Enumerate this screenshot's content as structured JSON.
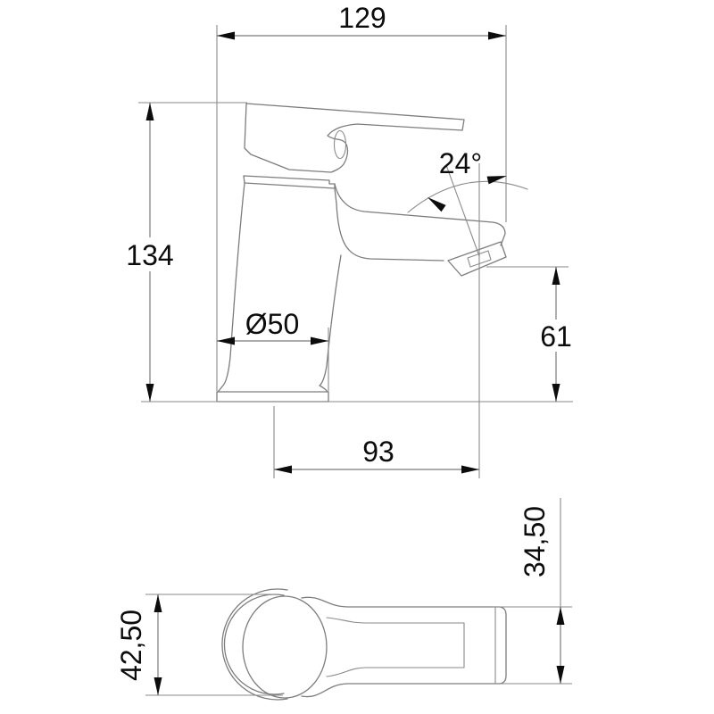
{
  "drawing": {
    "type": "technical dimension drawing",
    "subject": "single-lever basin mixer tap — side elevation (top) and plan view (bottom)",
    "units": "mm",
    "dimensions": {
      "overall_width": "129",
      "overall_height": "134",
      "spout_angle": "24°",
      "base_diameter": "Ø50",
      "spout_reach": "93",
      "outlet_height": "61",
      "plan_base_width": "42,50",
      "plan_body_width": "34,50"
    },
    "colors": {
      "background": "#ffffff",
      "line": "#7d7d7d",
      "annotation": "#0c0c0c"
    }
  }
}
